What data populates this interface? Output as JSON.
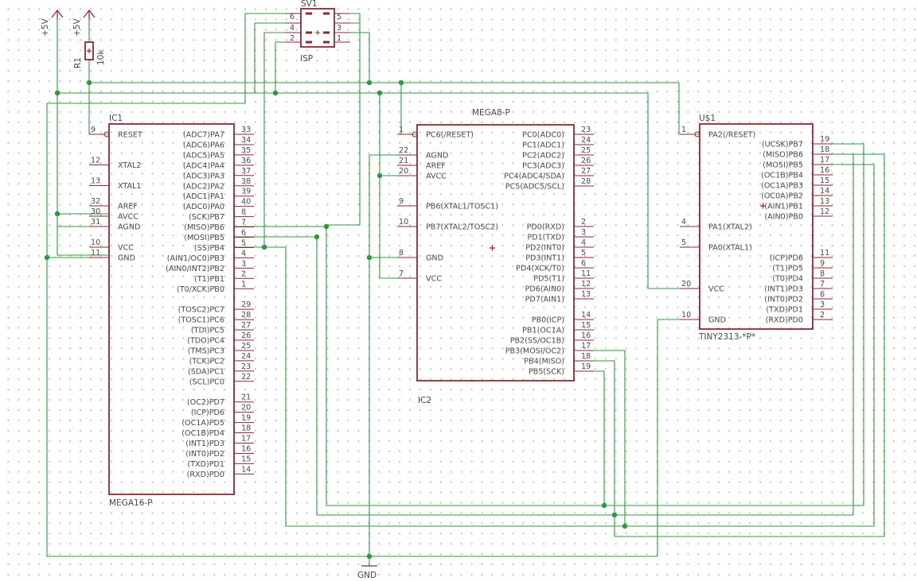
{
  "supplies": [
    {
      "label": "+5V"
    },
    {
      "label": "+5V"
    }
  ],
  "ground": {
    "label": "GND"
  },
  "resistor": {
    "name": "R1",
    "value": "10k"
  },
  "header": {
    "name": "SV1",
    "value": "ISP",
    "left_pins": [
      "6",
      "4",
      "2"
    ],
    "right_pins": [
      "5",
      "3",
      "1"
    ]
  },
  "ic1": {
    "name": "IC1",
    "value": "MEGA16-P",
    "left_pins": [
      {
        "num": "9",
        "label": "RESET",
        "inverted": true
      },
      {
        "num": "12",
        "label": "XTAL2"
      },
      {
        "num": "13",
        "label": "XTAL1"
      },
      {
        "num": "32",
        "label": "AREF"
      },
      {
        "num": "30",
        "label": "AVCC"
      },
      {
        "num": "31",
        "label": "AGND"
      },
      {
        "num": "10",
        "label": "VCC"
      },
      {
        "num": "11",
        "label": "GND"
      }
    ],
    "right_pins": [
      {
        "num": "33",
        "label": "(ADC7)PA7"
      },
      {
        "num": "34",
        "label": "(ADC6)PA6"
      },
      {
        "num": "35",
        "label": "(ADC5)PA5"
      },
      {
        "num": "36",
        "label": "(ADC4)PA4"
      },
      {
        "num": "37",
        "label": "(ADC3)PA3"
      },
      {
        "num": "38",
        "label": "(ADC2)PA2"
      },
      {
        "num": "39",
        "label": "(ADC1)PA1"
      },
      {
        "num": "40",
        "label": "(ADC0)PA0"
      },
      {
        "num": "8",
        "label": "(SCK)PB7"
      },
      {
        "num": "7",
        "label": "(MISO)PB6"
      },
      {
        "num": "6",
        "label": "(MOSI)PB5"
      },
      {
        "num": "5",
        "label": "(SS)PB4"
      },
      {
        "num": "4",
        "label": "(AIN1/OC0)PB3"
      },
      {
        "num": "3",
        "label": "(AIN0/INT2)PB2"
      },
      {
        "num": "2",
        "label": "(T1)PB1"
      },
      {
        "num": "1",
        "label": "(T0/XCK)PB0"
      },
      {
        "num": "29",
        "label": "(TOSC2)PC7"
      },
      {
        "num": "28",
        "label": "(TOSC1)PC6"
      },
      {
        "num": "27",
        "label": "(TDI)PC5"
      },
      {
        "num": "26",
        "label": "(TDO)PC4"
      },
      {
        "num": "25",
        "label": "(TMS)PC3"
      },
      {
        "num": "24",
        "label": "(TCK)PC2"
      },
      {
        "num": "23",
        "label": "(SDA)PC1"
      },
      {
        "num": "22",
        "label": "(SCL)PC0"
      },
      {
        "num": "21",
        "label": "(OC2)PD7"
      },
      {
        "num": "20",
        "label": "(ICP)PD6"
      },
      {
        "num": "19",
        "label": "(OC1A)PD5"
      },
      {
        "num": "18",
        "label": "(OC1B)PD4"
      },
      {
        "num": "17",
        "label": "(INT1)PD3"
      },
      {
        "num": "16",
        "label": "(INT0)PD2"
      },
      {
        "num": "15",
        "label": "(TXD)PD1"
      },
      {
        "num": "14",
        "label": "(RXD)PD0"
      }
    ]
  },
  "ic2": {
    "name": "IC2",
    "value": "MEGA8-P",
    "left_pins": [
      {
        "num": "1",
        "label": "PC6(/RESET)",
        "inverted": true
      },
      {
        "num": "22",
        "label": "AGND"
      },
      {
        "num": "21",
        "label": "AREF"
      },
      {
        "num": "20",
        "label": "AVCC"
      },
      {
        "num": "9",
        "label": "PB6(XTAL1/TOSC1)"
      },
      {
        "num": "10",
        "label": "PB7(XTAL2/TOSC2)"
      },
      {
        "num": "8",
        "label": "GND"
      },
      {
        "num": "7",
        "label": "VCC"
      }
    ],
    "right_pins": [
      {
        "num": "23",
        "label": "PC0(ADC0)"
      },
      {
        "num": "24",
        "label": "PC1(ADC1)"
      },
      {
        "num": "25",
        "label": "PC2(ADC2)"
      },
      {
        "num": "26",
        "label": "PC3(ADC3)"
      },
      {
        "num": "27",
        "label": "PC4(ADC4/SDA)"
      },
      {
        "num": "28",
        "label": "PC5(ADC5/SCL)"
      },
      {
        "num": "2",
        "label": "PD0(RXD)"
      },
      {
        "num": "3",
        "label": "PD1(TXD)"
      },
      {
        "num": "4",
        "label": "PD2(INT0)"
      },
      {
        "num": "5",
        "label": "PD3(INT1)"
      },
      {
        "num": "6",
        "label": "PD4(XCK/T0)"
      },
      {
        "num": "11",
        "label": "PD5(T1)"
      },
      {
        "num": "12",
        "label": "PD6(AIN0)"
      },
      {
        "num": "13",
        "label": "PD7(AIN1)"
      },
      {
        "num": "14",
        "label": "PB0(ICP)"
      },
      {
        "num": "15",
        "label": "PB1(OC1A)"
      },
      {
        "num": "16",
        "label": "PB2(SS/OC1B)"
      },
      {
        "num": "17",
        "label": "PB3(MOSI/OC2)"
      },
      {
        "num": "18",
        "label": "PB4(MISO)"
      },
      {
        "num": "19",
        "label": "PB5(SCK)"
      }
    ]
  },
  "u1": {
    "name": "U$1",
    "value": "TINY2313-*P*",
    "left_pins": [
      {
        "num": "1",
        "label": "PA2(/RESET)",
        "inverted": true
      },
      {
        "num": "4",
        "label": "PA1(XTAL2)"
      },
      {
        "num": "5",
        "label": "PA0(XTAL1)"
      },
      {
        "num": "20",
        "label": "VCC"
      },
      {
        "num": "10",
        "label": "GND"
      }
    ],
    "right_pins": [
      {
        "num": "19",
        "label": "(UCSK)PB7"
      },
      {
        "num": "18",
        "label": "(MISO)PB6"
      },
      {
        "num": "17",
        "label": "(MOSI)PB5"
      },
      {
        "num": "16",
        "label": "(OC1B)PB4"
      },
      {
        "num": "15",
        "label": "(OC1A)PB3"
      },
      {
        "num": "14",
        "label": "(OC0A)PB2"
      },
      {
        "num": "13",
        "label": "(AIN1)PB1"
      },
      {
        "num": "12",
        "label": "(AIN0)PB0"
      },
      {
        "num": "11",
        "label": "(ICP)PD6"
      },
      {
        "num": "9",
        "label": "(T1)PD5"
      },
      {
        "num": "8",
        "label": "(T0)PD4"
      },
      {
        "num": "7",
        "label": "(INT1)PD3"
      },
      {
        "num": "6",
        "label": "(INT0)PD2"
      },
      {
        "num": "3",
        "label": "(TXD)PD1"
      },
      {
        "num": "2",
        "label": "(RXD)PD0"
      }
    ]
  }
}
